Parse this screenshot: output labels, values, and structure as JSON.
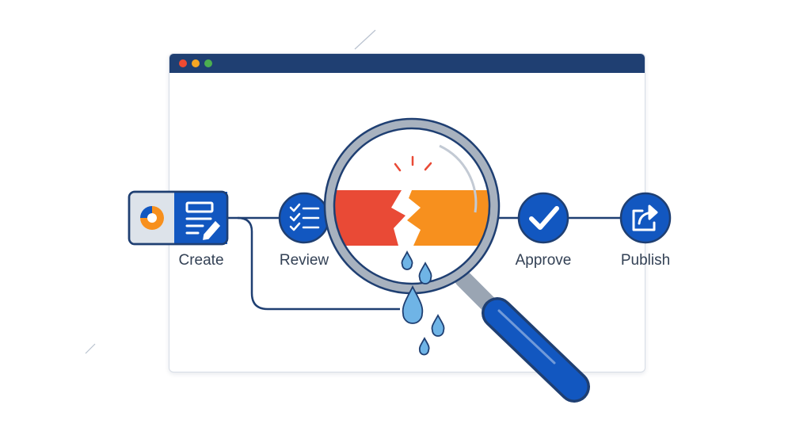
{
  "colors": {
    "primary": "#1257c0",
    "navy": "#1f3f72",
    "red": "#e94a36",
    "orange": "#f7901e",
    "water": "#6fb4e6",
    "gray": "#9aa5b3",
    "window_red": "#ee4a32",
    "window_yellow": "#f6a623",
    "window_green": "#4caf50"
  },
  "workflow": {
    "steps": [
      {
        "label": "Create",
        "icon": "document-edit-icon"
      },
      {
        "label": "Review",
        "icon": "checklist-icon"
      },
      {
        "label": "Approve",
        "icon": "checkmark-icon"
      },
      {
        "label": "Publish",
        "icon": "share-arrow-icon"
      }
    ],
    "broken_segment": "broken-pipe",
    "leak": "water-droplets",
    "inspector": "magnifying-glass-icon"
  }
}
